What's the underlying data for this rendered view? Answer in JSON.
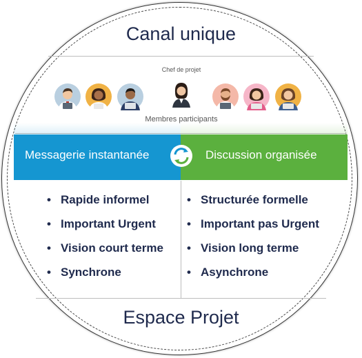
{
  "title_top": "Canal unique",
  "title_bottom": "Espace Projet",
  "chef_label": "Chef de projet",
  "members_label": "Membres participants",
  "left": {
    "heading": "Messagerie instantanée",
    "color": "#1596d1",
    "items": [
      "Rapide informel",
      "Important Urgent",
      "Vision court terme",
      "Synchrone"
    ]
  },
  "right": {
    "heading": "Discussion organisée",
    "color": "#5bb03e",
    "items": [
      "Structurée formelle",
      "Important pas Urgent",
      "Vision long terme",
      "Asynchrone"
    ]
  },
  "icons": {
    "sync": "sync-arrows-icon",
    "people": [
      "man-avatar-icon",
      "woman-avatar-icon",
      "man-avatar-icon",
      "project-manager-icon",
      "bearded-man-avatar-icon",
      "woman-avatar-icon",
      "woman-avatar-icon"
    ]
  }
}
